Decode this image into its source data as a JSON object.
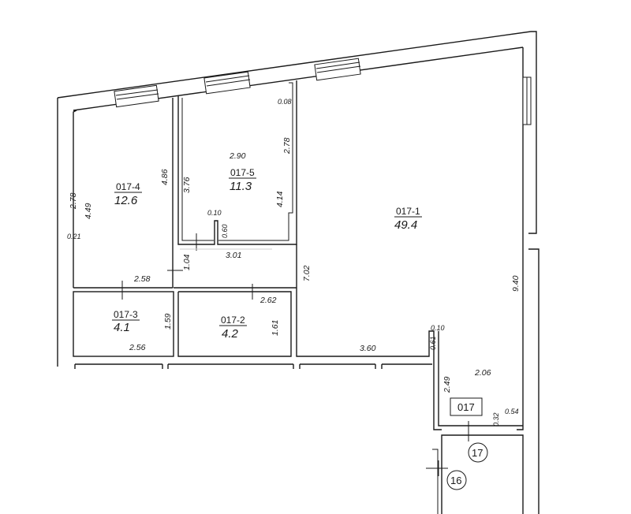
{
  "rooms": [
    {
      "id": "017-4",
      "area": "12.6"
    },
    {
      "id": "017-5",
      "area": "11.3"
    },
    {
      "id": "017-1",
      "area": "49.4"
    },
    {
      "id": "017-3",
      "area": "4.1"
    },
    {
      "id": "017-2",
      "area": "4.2"
    }
  ],
  "dims": {
    "d278a": "2.78",
    "d449": "4.49",
    "d486": "4.86",
    "d021": "0.21",
    "d258": "2.58",
    "d376": "3.76",
    "d290": "2.90",
    "d278b": "2.78",
    "d414": "4.14",
    "d008": "0.08",
    "d010a": "0.10",
    "d060": "0.60",
    "d104": "1.04",
    "d301": "3.01",
    "d702": "7.02",
    "d940": "9.40",
    "d262": "2.62",
    "d159": "1.59",
    "d256": "2.56",
    "d161": "1.61",
    "d360": "3.60",
    "d010b": "0.10",
    "d061": "0.61",
    "d206": "2.06",
    "d249": "2.49",
    "d032": "0.32",
    "d054": "0.54"
  },
  "apartment_tag": "017",
  "markers": [
    "17",
    "16"
  ]
}
